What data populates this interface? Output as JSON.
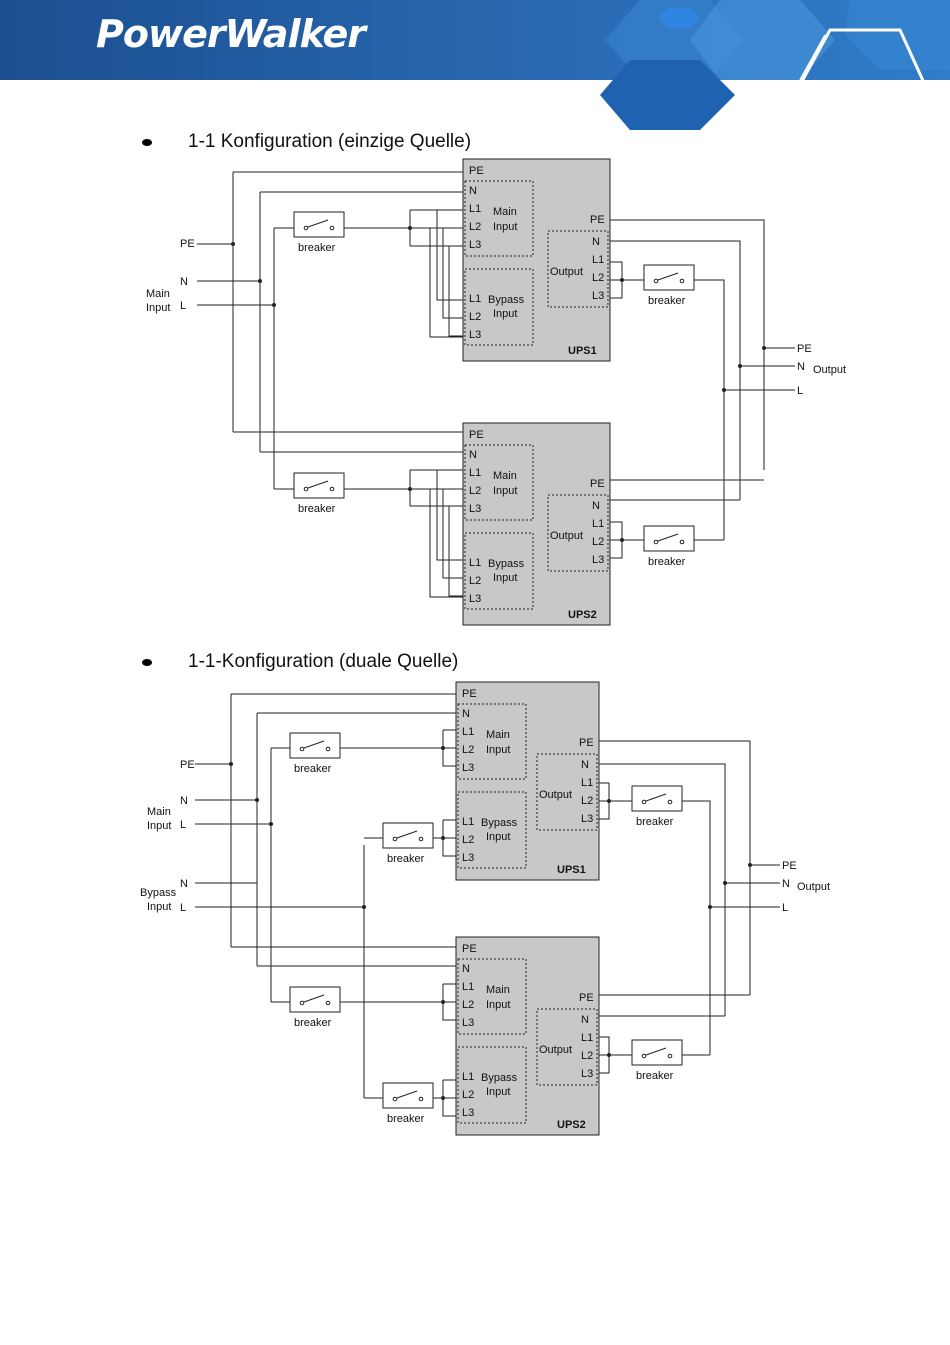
{
  "brand": {
    "logo": "PowerWalker"
  },
  "sections": [
    {
      "title": "1-1 Konfiguration (einzige Quelle)"
    },
    {
      "title": "1-1-Konfiguration (duale Quelle)"
    }
  ],
  "labels": {
    "pe": "PE",
    "n": "N",
    "l": "L",
    "l1": "L1",
    "l2": "L2",
    "l3": "L3",
    "main": "Main",
    "input": "Input",
    "bypass": "Bypass",
    "output": "Output",
    "breaker": "breaker",
    "ups1": "UPS1",
    "ups2": "UPS2"
  },
  "colors": {
    "ups_fill": "#c8c8c8",
    "wire": "#222222",
    "header_blue": "#1d5ea8"
  }
}
